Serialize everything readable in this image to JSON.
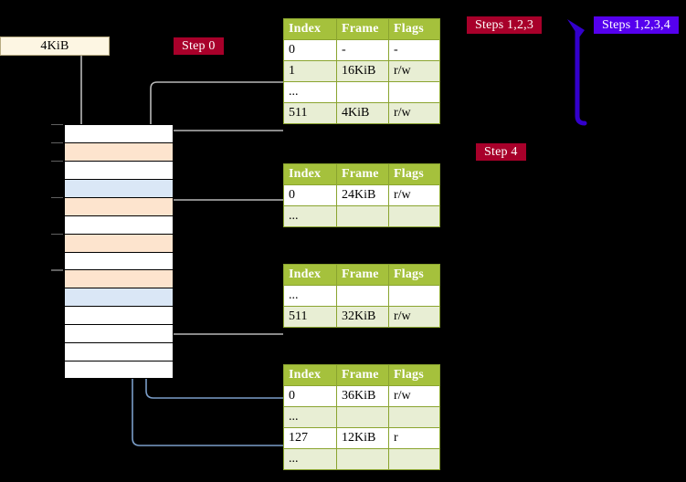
{
  "labels": {
    "size_label": "4KiB",
    "step0": "Step 0",
    "steps123": "Steps 1,2,3",
    "steps1234": "Steps 1,2,3,4",
    "step4": "Step 4"
  },
  "colors": {
    "badge_red": "#a8002a",
    "badge_purple": "#5500ee",
    "table_header": "#a5c13c",
    "table_alt_row": "#e8eed4",
    "highlight": "#fbfbab",
    "memory_orange": "#fde4ce",
    "memory_blue": "#dae7f6",
    "size_label_bg": "#fdf6e3",
    "arrow_purple": "#3300cc",
    "wire_grey": "#b8b8b8",
    "wire_blue": "#7b9ec9"
  },
  "tables": [
    {
      "id": "pml4",
      "headers": [
        "Index",
        "Frame",
        "Flags"
      ],
      "rows": [
        {
          "cells": [
            "0",
            "-",
            "-"
          ],
          "alt": false,
          "highlight": false
        },
        {
          "cells": [
            "1",
            "16KiB",
            "r/w"
          ],
          "alt": true,
          "highlight": false
        },
        {
          "cells": [
            "...",
            "",
            ""
          ],
          "alt": false,
          "highlight": false
        },
        {
          "cells": [
            "511",
            "4KiB",
            "r/w"
          ],
          "alt": true,
          "highlight": true
        }
      ]
    },
    {
      "id": "pdpt",
      "headers": [
        "Index",
        "Frame",
        "Flags"
      ],
      "rows": [
        {
          "cells": [
            "0",
            "24KiB",
            "r/w"
          ],
          "alt": false,
          "highlight": false
        },
        {
          "cells": [
            "...",
            "",
            ""
          ],
          "alt": true,
          "highlight": false
        }
      ]
    },
    {
      "id": "pd",
      "headers": [
        "Index",
        "Frame",
        "Flags"
      ],
      "rows": [
        {
          "cells": [
            "...",
            "",
            ""
          ],
          "alt": false,
          "highlight": false
        },
        {
          "cells": [
            "511",
            "32KiB",
            "r/w"
          ],
          "alt": true,
          "highlight": false
        }
      ]
    },
    {
      "id": "pt",
      "headers": [
        "Index",
        "Frame",
        "Flags"
      ],
      "rows": [
        {
          "cells": [
            "0",
            "36KiB",
            "r/w"
          ],
          "alt": false,
          "highlight": false
        },
        {
          "cells": [
            "...",
            "",
            ""
          ],
          "alt": true,
          "highlight": false
        },
        {
          "cells": [
            "127",
            "12KiB",
            "r"
          ],
          "alt": false,
          "highlight": false
        },
        {
          "cells": [
            "...",
            "",
            ""
          ],
          "alt": true,
          "highlight": false
        }
      ]
    }
  ],
  "memory": {
    "rows": [
      {
        "fill": "white"
      },
      {
        "fill": "orange"
      },
      {
        "fill": "white"
      },
      {
        "fill": "blue"
      },
      {
        "fill": "orange"
      },
      {
        "fill": "white"
      },
      {
        "fill": "orange"
      },
      {
        "fill": "white"
      },
      {
        "fill": "orange"
      },
      {
        "fill": "blue"
      },
      {
        "fill": "white"
      },
      {
        "fill": "white"
      },
      {
        "fill": "white"
      },
      {
        "fill": "white"
      }
    ],
    "ticks": [
      0,
      1,
      2,
      4,
      6,
      8
    ]
  }
}
